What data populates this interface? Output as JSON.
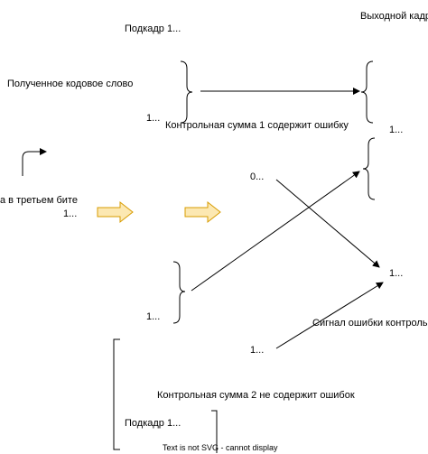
{
  "labels": {
    "subframe_top": "Подкадр 1...",
    "output_frame": "Выходной кадр",
    "received_codeword": "Полученное кодовое слово",
    "checksum1_error": "Контрольная сумма 1 содержит ошибку",
    "one_a": "1...",
    "one_b": "1...",
    "zero": "0...",
    "third_bit": "а в третьем бите",
    "one_c": "1...",
    "one_d": "1...",
    "one_e": "1...",
    "error_signal": "Сигнал ошибки контроль",
    "one_f": "1...",
    "checksum2_ok": "Контрольная сумма 2 не содержит ошибок",
    "subframe_bottom": "Подкадр 1...",
    "svg_warning": "Text is not SVG - cannot display"
  },
  "colors": {
    "stroke": "#000000",
    "arrow_fill": "#fce8b2",
    "arrow_stroke": "#d79b00"
  }
}
